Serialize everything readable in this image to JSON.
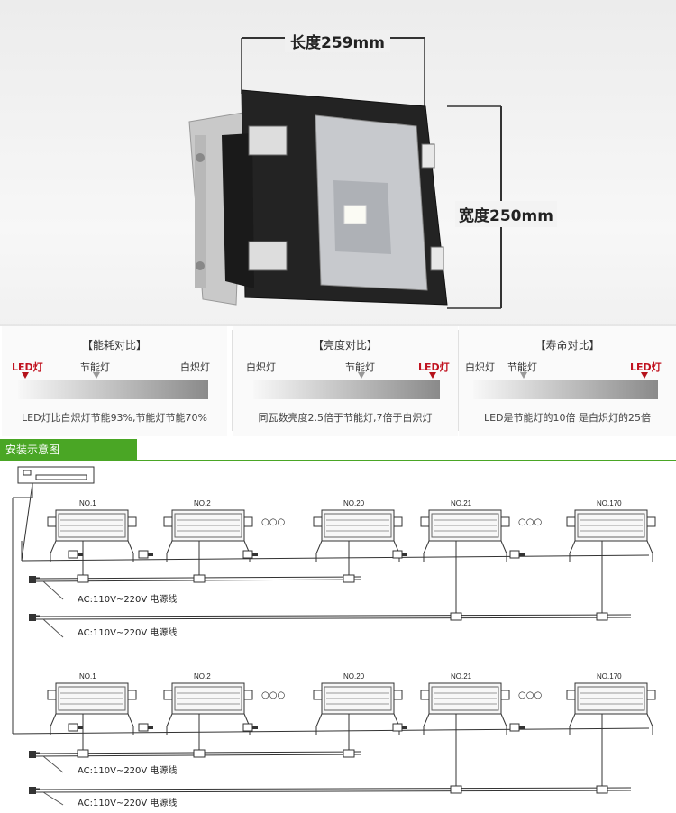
{
  "product": {
    "length_label": "长度259mm",
    "width_label": "宽度250mm"
  },
  "comparisons": [
    {
      "title": "【能耗对比】",
      "labels": [
        {
          "text": "LED灯",
          "highlight": true
        },
        {
          "text": "节能灯",
          "highlight": false
        },
        {
          "text": "白炽灯",
          "highlight": false
        }
      ],
      "gradient": [
        "#f8f8f8",
        "#8a8a8a"
      ],
      "description": "LED灯比白炽灯节能93%,节能灯节能70%"
    },
    {
      "title": "【亮度对比】",
      "labels": [
        {
          "text": "白炽灯",
          "highlight": false
        },
        {
          "text": "节能灯",
          "highlight": false
        },
        {
          "text": "LED灯",
          "highlight": true
        }
      ],
      "gradient": [
        "#f8f8f8",
        "#8a8a8a"
      ],
      "description": "同瓦数亮度2.5倍于节能灯,7倍于白炽灯"
    },
    {
      "title": "【寿命对比】",
      "labels": [
        {
          "text": "白炽灯",
          "highlight": false
        },
        {
          "text": "节能灯",
          "highlight": false
        },
        {
          "text": "LED灯",
          "highlight": true
        }
      ],
      "gradient": [
        "#f8f8f8",
        "#8a8a8a"
      ],
      "description": "LED是节能灯的10倍 是白炽灯的25倍"
    }
  ],
  "install": {
    "tab_label": "安装示意图",
    "fixtures": [
      "NO.1",
      "NO.2",
      "NO.20",
      "NO.21",
      "NO.170"
    ],
    "ellipsis": "○○○",
    "ac_label": "AC:110V~220V 电源线"
  },
  "colors": {
    "accent_green": "#4aa625",
    "led_red": "#c1121f"
  }
}
